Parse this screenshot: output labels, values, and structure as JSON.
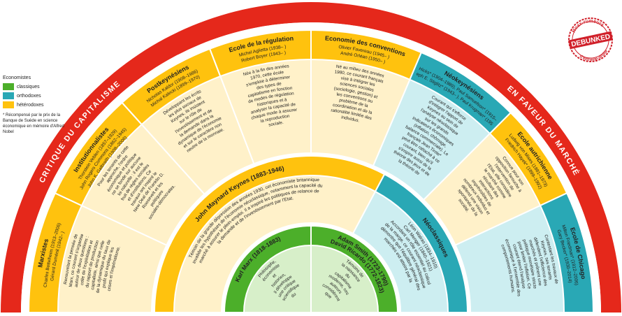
{
  "legend": {
    "title": "Economistes",
    "items": [
      {
        "label": "classiques",
        "color": "#4caf2a"
      },
      {
        "label": "orthodoxes",
        "color": "#29a8b5"
      },
      {
        "label": "hétérodoxes",
        "color": "#ffc20e"
      }
    ],
    "note": "* Récompensé par le prix de la Banque de Suède en science économique en mémoire d'Alfred Nobel"
  },
  "banner": {
    "left": "CRITIQUE DU CAPITALISME",
    "right": "EN FAVEUR DU MARCHÉ",
    "color": "#e5281b"
  },
  "stamp": {
    "top": "Hoax-rumeurs",
    "main": "DEBUNKED",
    "bottom": "d'extrême-droite",
    "color": "#d0202a"
  },
  "outer_ring": [
    {
      "title": "Marxistes",
      "subtitle": "Charles Bettelheim (1913–2006)\nGérard Duménil (1942– )",
      "text": "Renouvelant la pensée de Marx, ce courant s'organise autour de deux questions : celle de l'exploitation et du rapport de production capitaliste, ainsi que celle de la dynamique du taux de profit qui explique les crises et l'impérialisme.",
      "color": "#ffc20e"
    },
    {
      "title": "Institutionnalistes",
      "subtitle": "Thorstein Veblen (1857–1929)\nJohn Rogers Commons (1862–1945)\nJohn K. Galbraith (1908–2006)",
      "text": "Pour les tenants de cette approche, l'ordre économique et politique ne se fonde sur aucune loi naturelle : il est le fruit de règles sociales et d'institutions. Ce travaux ont inspiré le New Deal de Franklin D. Roosevelt et les politiques sociales-démocrates.",
      "color": "#ffc20e"
    },
    {
      "title": "Postkeynésiens",
      "subtitle": "Nicholas Kaldor (1908–1986)\nMichal Kalecki (1899–1970)",
      "text": "Développant les écrits les plus sociaux de Keynes, ils insistent sur le rôle de l'investissement et de la demande dans la dynamique de l'économie et sur le caractère non neutre de la monnaie.",
      "color": "#ffc20e"
    },
    {
      "title": "Ecole de la régulation",
      "subtitle": "Michel Aglietta (1938– )\nRobert Boyer (1943– )",
      "text": "Née à la fin des années 1970, cette école s'emploie à déterminer des types de capitalisme en fonction de modes de régulation historiques et à analyser la capacité de chaque mode à assurer la reproduction sociale.",
      "color": "#ffc20e"
    },
    {
      "title": "Economie des conventions",
      "subtitle": "Olivier Favereau (1945– )\nAndré Orléan (1950– )",
      "text": "Né au milieu des années 1980, ce courant français vise à intégrer les sciences sociales (sociologie, gestion) et les conventions au problème de la coordination et de la rationalité limitée des individus.",
      "color": "#ffc20e"
    },
    {
      "title": "Néokeynésiens",
      "subtitle": "John Hicks* (1904–1989), Paul Samuelson* (1915–2009)\nJoseph E. Stiglitz* (1943– ), Paul Krugman* (1953– )",
      "text": "Courant qui s'efforce d'intégrer l'apport de Keynes au sein de l'analyse néoclassique sur les grands indicateurs économiques (inflation, chômage, balance commerciale). Le français Jean Tirole* peut être rattaché à ce courant, bien qu'il s'inspire aussi de la théorie des jeux et de la théorie de l'information.",
      "color": "#29a8b5"
    },
    {
      "title": "Ecole autrichienne",
      "subtitle": "Ludwig von Mises (1881–1973)\nFriedrich Hayek* (1899–1992)",
      "text": "Connue pour son opposition farouche à l'intervention de l'Etat, elle considère le marché comme résultant des interactions imprévisibles de nombreux individus et défend une vision spontanée de la société.",
      "color": "#ffc20e"
    },
    {
      "title": "Ecole de Chicago",
      "subtitle": "Milton Friedman* (1912–2006)\nGary Becker* (1930–2014)",
      "text": "Contestant les travaux de Keynes, ses tenants défendent l'efficience des marchés et prônent une politique monétaire stricte pour limiter l'inflation. Ce courant étend l'analyse économique à l'ensemble des comportements humains.",
      "color": "#29a8b5"
    }
  ],
  "middle_ring": [
    {
      "title": "John Maynard Keynes (1883-1946)",
      "text": "Témoin de la grande dépression des années 1930, cet économiste britannique invalide les hypothèses de l'économie néoclassique, notamment la capacité du marché à assurer le plein-emploi. Il a inspiré les politiques de relance de la demande et de l'investissement par l'Etat.",
      "color": "#ffc20e"
    },
    {
      "title": "Néoclassiques",
      "subtitle": "Léon Walras (1834–1910)\nCarl Menger (1840–1921)",
      "text": "Accordant un rôle essentiel au calcul de la marge, ce courant néoclassique démontre que l'équilibre général des marchés est atteint par la confrontation de l'offre et de la demande et en supposant que les individus sont rationnels.",
      "color": "#29a8b5"
    }
  ],
  "inner_ring": [
    {
      "title": "Karl Marx (1818-1883)",
      "text": "Philosophe, économiste et historien, il développe une critique scientifique du capitalisme qui repose sur l'exploitation des travailleurs et la possession des moyens de production par les capitalistes.",
      "color": "#4caf2a"
    },
    {
      "title": "Adam Smith (1723-1790)\nDavid Ricardo (1772-1823)",
      "text": "Témoins de la naissance du capitalisme moderne, ces auteurs considèrent que l'économie est régie par la division des tâches, l'échange et la recherche de l'intérêt personnel, et que la richesse des nations vient du travail.",
      "color": "#4caf2a"
    }
  ]
}
